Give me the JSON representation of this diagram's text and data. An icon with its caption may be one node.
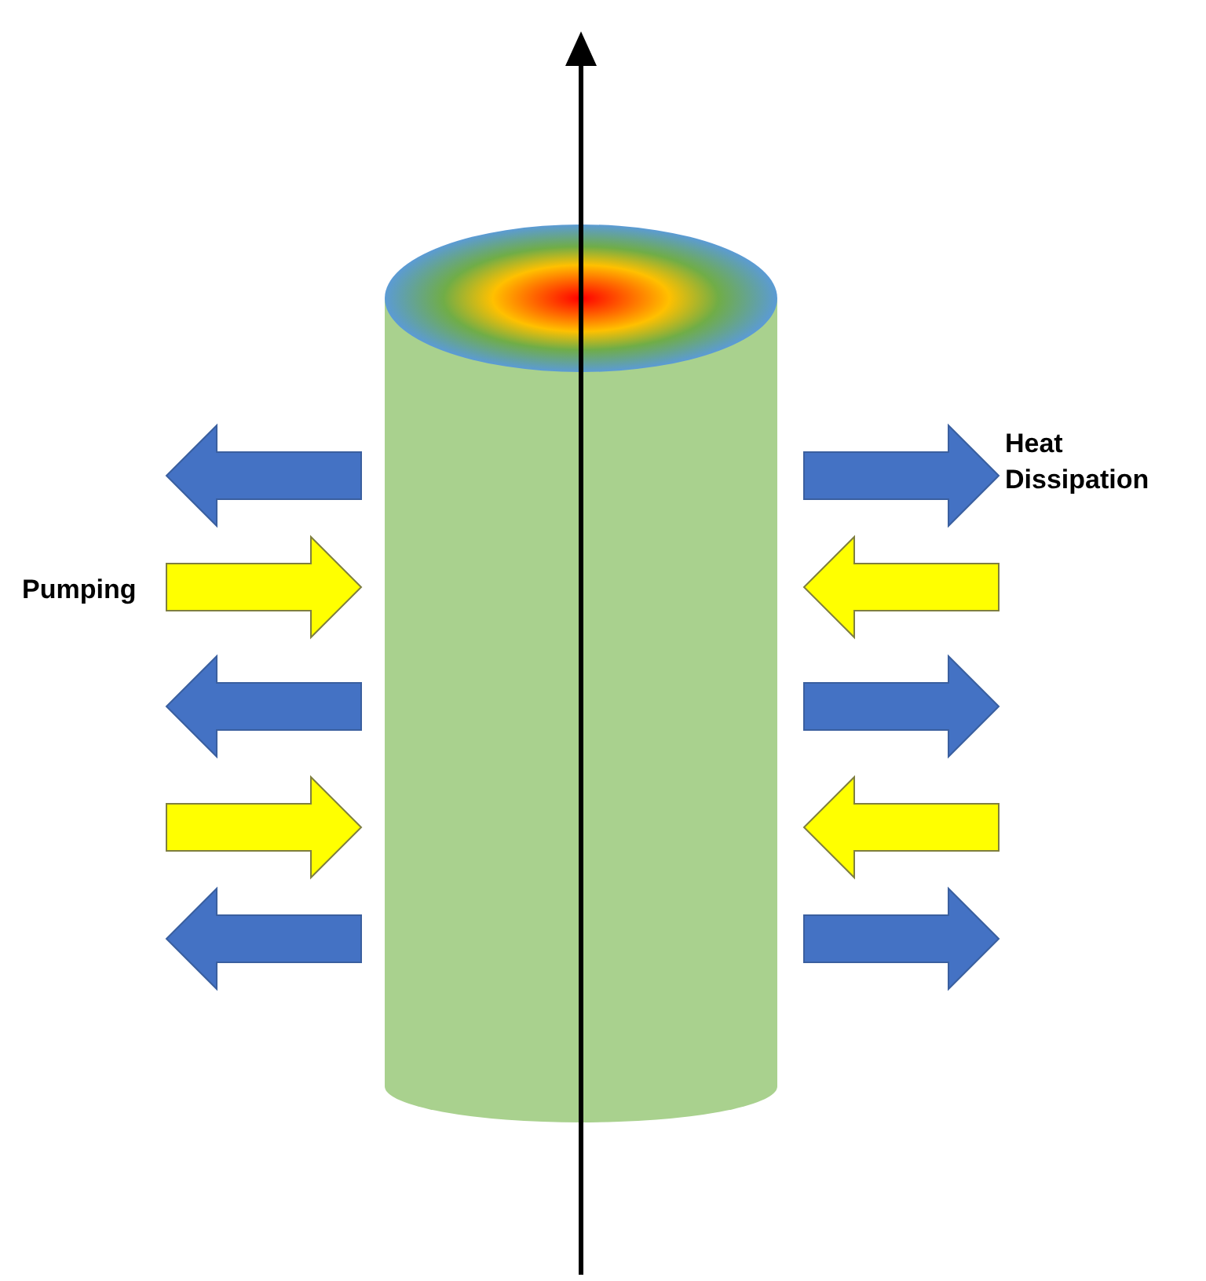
{
  "diagram": {
    "nodes": [
      {
        "text": [],
        "shape": "cylinder"
      }
    ],
    "labels": [
      "Pumping",
      "Heat Dissipation"
    ]
  }
}
